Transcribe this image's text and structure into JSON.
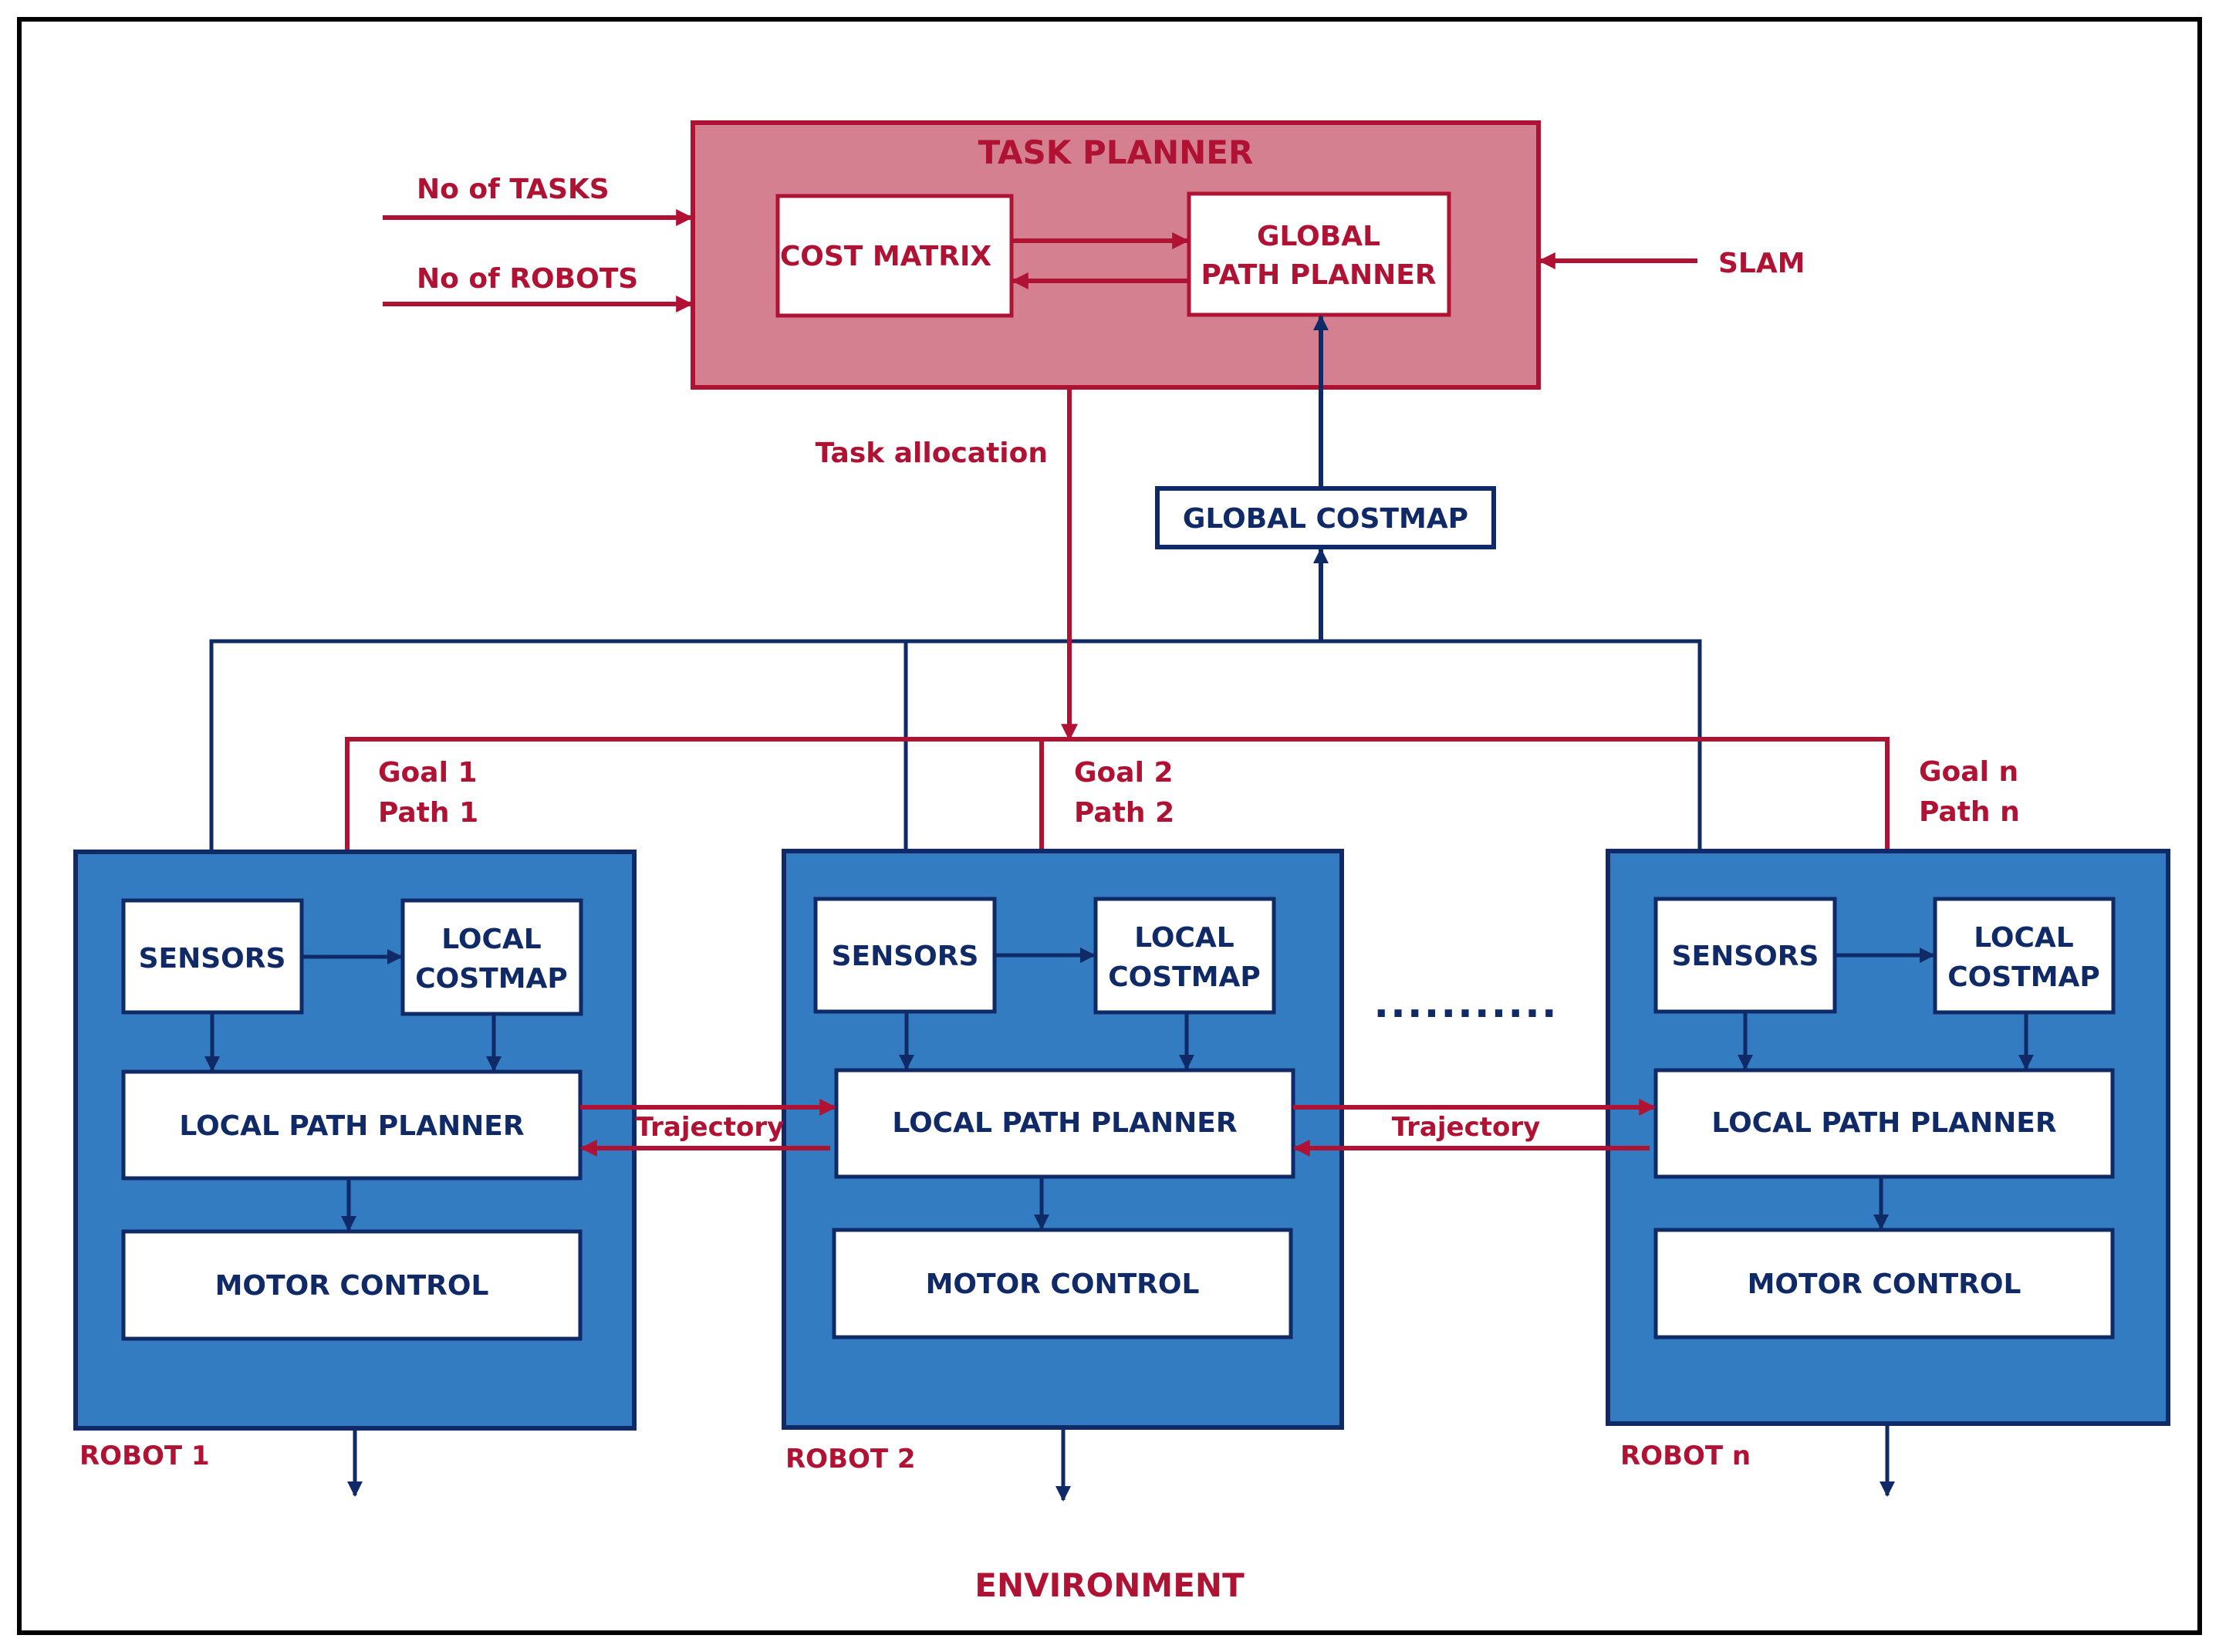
{
  "colors": {
    "red": "#b01234",
    "navy": "#0f2a66",
    "pink_fill": "#d58091",
    "blue_fill": "#337cc2",
    "box_fill": "#ffffff",
    "frame": "#000000"
  },
  "task_planner": {
    "title": "TASK PLANNER",
    "cost_matrix": "COST MATRIX",
    "global_path_planner_line1": "GLOBAL",
    "global_path_planner_line2": "PATH PLANNER"
  },
  "inputs": {
    "tasks": "No of TASKS",
    "robots": "No of ROBOTS",
    "slam": "SLAM"
  },
  "task_allocation": "Task allocation",
  "global_costmap": "GLOBAL COSTMAP",
  "robots": [
    {
      "name": "ROBOT 1",
      "goal": "Goal 1",
      "path": "Path 1",
      "sensors": "SENSORS",
      "local_costmap_line1": "LOCAL",
      "local_costmap_line2": "COSTMAP",
      "local_path_planner": "LOCAL PATH PLANNER",
      "motor_control": "MOTOR CONTROL"
    },
    {
      "name": "ROBOT 2",
      "goal": "Goal 2",
      "path": "Path 2",
      "sensors": "SENSORS",
      "local_costmap_line1": "LOCAL",
      "local_costmap_line2": "COSTMAP",
      "local_path_planner": "LOCAL PATH PLANNER",
      "motor_control": "MOTOR CONTROL"
    },
    {
      "name": "ROBOT n",
      "goal": "Goal n",
      "path": "Path n",
      "sensors": "SENSORS",
      "local_costmap_line1": "LOCAL",
      "local_costmap_line2": "COSTMAP",
      "local_path_planner": "LOCAL PATH PLANNER",
      "motor_control": "MOTOR CONTROL"
    }
  ],
  "trajectory_labels": [
    "Trajectory",
    "Trajectory"
  ],
  "ellipsis": "...........",
  "environment": "ENVIRONMENT"
}
